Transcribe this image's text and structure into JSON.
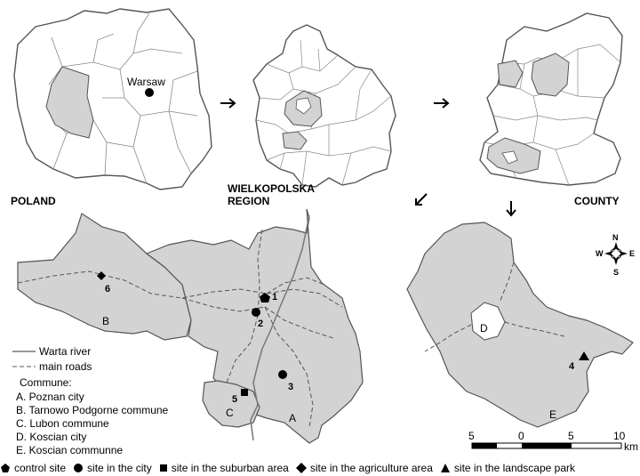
{
  "panels": {
    "poland": {
      "title": "POLAND",
      "city_label": "Warsaw"
    },
    "region": {
      "title_line1": "WIELKOPOLSKA",
      "title_line2": "REGION"
    },
    "county": {
      "title": "COUNTY"
    }
  },
  "compass": {
    "n": "N",
    "s": "S",
    "e": "E",
    "w": "W"
  },
  "detail_map": {
    "line_legend": [
      {
        "style": "solid",
        "label": "Warta river"
      },
      {
        "style": "dashed",
        "label": "main roads"
      }
    ],
    "commune_heading": "Commune:",
    "communes": [
      "A. Poznan city",
      "B. Tarnowo Podgorne commune",
      "C. Lubon commune",
      "D. Koscian city",
      "E. Koscian communne"
    ],
    "area_labels": {
      "A": "A",
      "B": "B",
      "C": "C",
      "D": "D",
      "E": "E"
    },
    "sites": [
      {
        "id": "1",
        "type": "control"
      },
      {
        "id": "2",
        "type": "city"
      },
      {
        "id": "3",
        "type": "city"
      },
      {
        "id": "4",
        "type": "landscape"
      },
      {
        "id": "5",
        "type": "suburban"
      },
      {
        "id": "6",
        "type": "agriculture"
      }
    ]
  },
  "scale_bar": {
    "ticks": [
      "5",
      "0",
      "5",
      "10"
    ],
    "unit": "km"
  },
  "site_legend": [
    {
      "symbol": "pentagon",
      "label": "control site"
    },
    {
      "symbol": "circle",
      "label": "site in the city"
    },
    {
      "symbol": "square",
      "label": "site in the suburban area"
    },
    {
      "symbol": "diamond",
      "label": "site in the agriculture area"
    },
    {
      "symbol": "triangle",
      "label": "site in the landscape park"
    }
  ],
  "colors": {
    "region_fill": "#d3d3d3",
    "outline": "#555555",
    "background": "#ffffff"
  }
}
